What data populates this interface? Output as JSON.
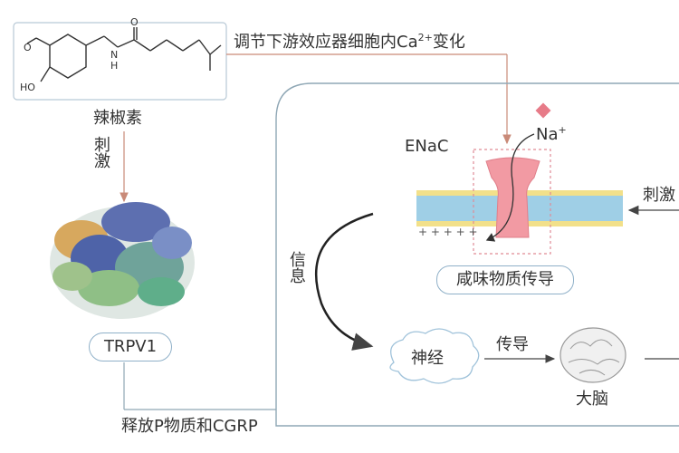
{
  "labels": {
    "capsaicin": "辣椒素",
    "stimulate_vertical": "刺激",
    "trpv1": "TRPV1",
    "regulate_prefix": "调节下游效应器细胞内Ca",
    "regulate_sup": "2+",
    "regulate_suffix": "变化",
    "enac": "ENaC",
    "na": "Na",
    "na_sup": "+",
    "salty_conduction": "咸味物质传导",
    "stimulate_right": "刺激",
    "information": "信息",
    "nerve": "神经",
    "conduct": "传导",
    "brain": "大脑",
    "release": "释放P物质和CGRP",
    "plus_signs": "+ + + + +"
  },
  "colors": {
    "arrow": "#c98a78",
    "cell_border": "#8fa7b5",
    "membrane_yellow": "#f2e08a",
    "membrane_blue": "#9fcfe6",
    "channel": "#f29aa3",
    "na_diamond": "#e77b88",
    "dashed_box": "#e08a95"
  }
}
